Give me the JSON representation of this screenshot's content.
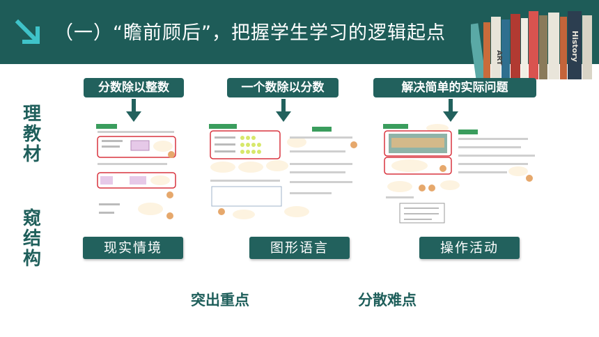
{
  "header": {
    "title": "（一）“瞻前顾后”，把握学生学习的逻辑起点",
    "accent_color": "#1e5c58",
    "icon": "diagonal-arrow-icon",
    "book_spines": [
      "ART",
      "History"
    ]
  },
  "side_labels": {
    "group1": [
      "理",
      "教",
      "材"
    ],
    "group2": [
      "窥",
      "结",
      "构"
    ]
  },
  "columns": [
    {
      "label": "分数除以整数",
      "button": "现实情境"
    },
    {
      "label": "一个数除以分数",
      "button": "图形语言"
    },
    {
      "label": "解决简单的实际问题",
      "button": "操作活动"
    }
  ],
  "bottom": {
    "left": "突出重点",
    "right": "分散难点"
  },
  "colors": {
    "teal": "#22615d",
    "highlight_red": "#d9343f"
  }
}
